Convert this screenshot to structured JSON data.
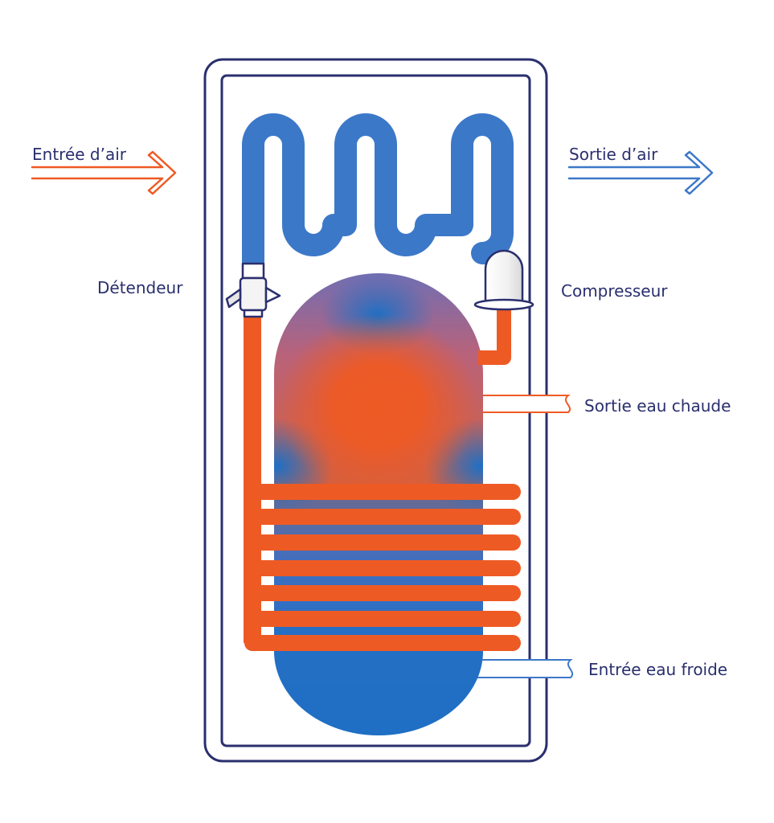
{
  "labels": {
    "air_inlet": "Entrée d’air",
    "air_outlet": "Sortie d’air",
    "expansion_valve": "Détendeur",
    "compressor": "Compresseur",
    "hot_water_outlet": "Sortie eau chaude",
    "cold_water_inlet": "Entrée eau froide"
  },
  "colors": {
    "outline": "#2a2f6e",
    "hot": "#ee5a24",
    "cold": "#3c78c8",
    "tank_blue": "#1f6fc4",
    "label_text": "#2a2f6e"
  }
}
